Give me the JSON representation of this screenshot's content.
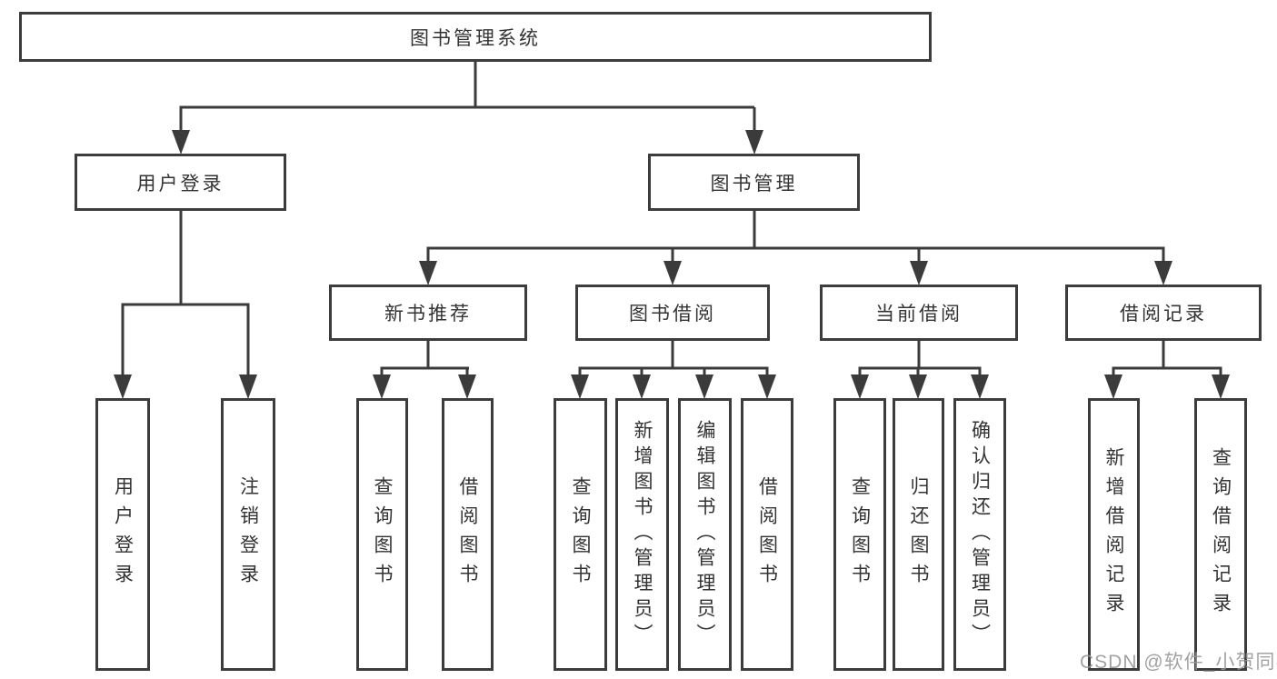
{
  "diagram_title": "图书管理系统",
  "nodes": {
    "root": {
      "label": "图书管理系统"
    },
    "user_login": {
      "label": "用户登录"
    },
    "book_management": {
      "label": "图书管理"
    },
    "login_leaf": {
      "label": "用户登录"
    },
    "logout_leaf": {
      "label": "注销登录"
    },
    "new_book_recommend": {
      "label": "新书推荐"
    },
    "book_borrow": {
      "label": "图书借阅"
    },
    "current_borrow": {
      "label": "当前借阅"
    },
    "borrow_record": {
      "label": "借阅记录"
    },
    "nbr_query_book": {
      "label": "查询图书"
    },
    "nbr_borrow_book": {
      "label": "借阅图书"
    },
    "bb_query_book": {
      "label": "查询图书"
    },
    "bb_add_book": {
      "label": "新增图书（管理员）"
    },
    "bb_edit_book": {
      "label": "编辑图书（管理员）"
    },
    "bb_borrow_book": {
      "label": "借阅图书"
    },
    "cb_query_book": {
      "label": "查询图书"
    },
    "cb_return_book": {
      "label": "归还图书"
    },
    "cb_confirm_return": {
      "label": "确认归还（管理员）"
    },
    "br_add_record": {
      "label": "新增借阅记录"
    },
    "br_query_record": {
      "label": "查询借阅记录"
    }
  },
  "watermark": {
    "text": "CSDN @软件_小贺同学"
  },
  "colors": {
    "line": "#3b3b3b",
    "border": "#3c3c3c",
    "text": "#333333",
    "watermark": "#989898",
    "background": "#ffffff"
  }
}
